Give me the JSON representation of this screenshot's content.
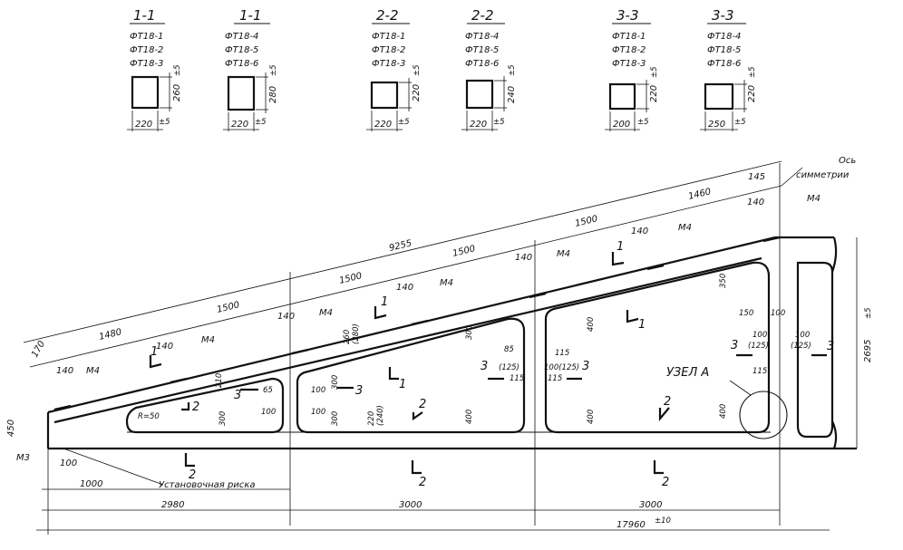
{
  "sections": [
    {
      "title": "1-1",
      "marks": [
        "ФТ18-1",
        "ФТ18-2",
        "ФТ18-3"
      ],
      "width": "220",
      "height": "260",
      "tol_w": "±5",
      "tol_h": "±5"
    },
    {
      "title": "1-1",
      "marks": [
        "ФТ18-4",
        "ФТ18-5",
        "ФТ18-6"
      ],
      "width": "220",
      "height": "280",
      "tol_w": "±5",
      "tol_h": "±5"
    },
    {
      "title": "2-2",
      "marks": [
        "ФТ18-1",
        "ФТ18-2",
        "ФТ18-3"
      ],
      "width": "220",
      "height": "220",
      "tol_w": "±5",
      "tol_h": "±5"
    },
    {
      "title": "2-2",
      "marks": [
        "ФТ18-4",
        "ФТ18-5",
        "ФТ18-6"
      ],
      "width": "220",
      "height": "240",
      "tol_w": "±5",
      "tol_h": "±5"
    },
    {
      "title": "3-3",
      "marks": [
        "ФТ18-1",
        "ФТ18-2",
        "ФТ18-3"
      ],
      "width": "200",
      "height": "220",
      "tol_w": "±5",
      "tol_h": "±5"
    },
    {
      "title": "3-3",
      "marks": [
        "ФТ18-4",
        "ФТ18-5",
        "ФТ18-6"
      ],
      "width": "250",
      "height": "220",
      "tol_w": "±5",
      "tol_h": "±5"
    }
  ],
  "labels": {
    "axis": "Ось",
    "symmetry": "симметрии",
    "node": "УЗЕЛ А",
    "install_mark": "Установочная риска",
    "m4": "М4",
    "m3": "М3",
    "radius": "R=50"
  },
  "dims": {
    "total_top": "9255",
    "top_1480": "1480",
    "top_1500": "1500",
    "top_1460": "1460",
    "d_145": "145",
    "d_140": "140",
    "d_170": "170",
    "d_450": "450",
    "d_100": "100",
    "d_1000": "1000",
    "d_2980": "2980",
    "d_3000": "3000",
    "d_17960": "17960",
    "tol_10": "±10",
    "d_2695": "2695",
    "tol_5": "±5",
    "d_210": "210",
    "d_65": "65",
    "d_300": "300",
    "d_260": "260",
    "d_280_p": "(280)",
    "d_220": "220",
    "d_240_p": "(240)",
    "d_400": "400",
    "d_85": "85",
    "d_115": "115",
    "d_125_p": "(125)",
    "d_350": "350",
    "d_150": "150",
    "d_100_125": "100(125)"
  },
  "section_marks": {
    "one": "1",
    "two": "2",
    "three": "3"
  }
}
